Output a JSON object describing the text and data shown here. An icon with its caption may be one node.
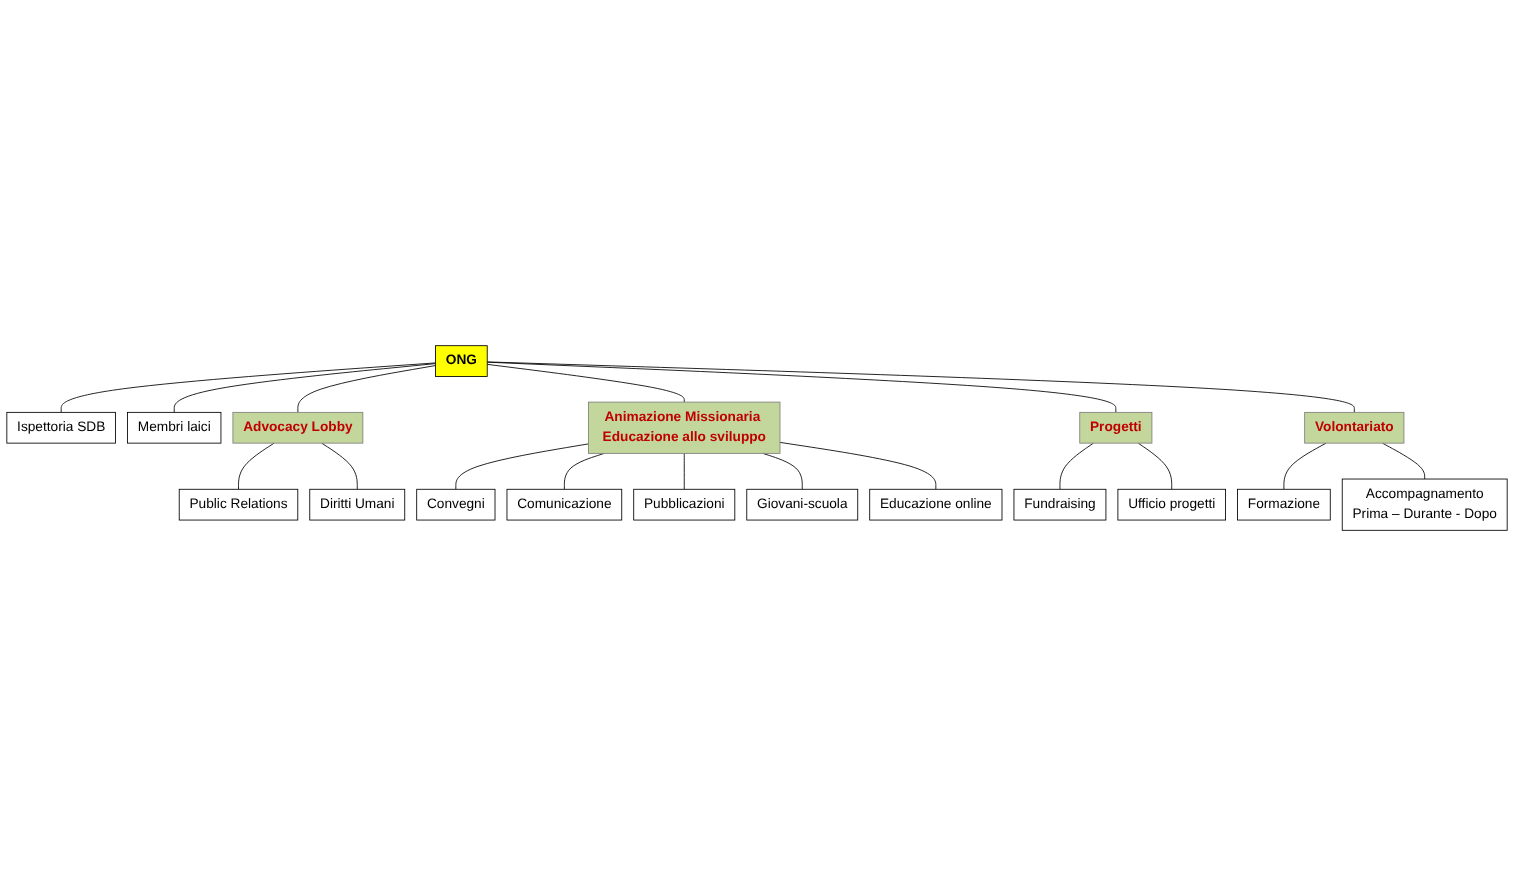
{
  "diagram": {
    "nodes": [
      {
        "text": [
          "ONG"
        ]
      },
      {
        "text": [
          "Ispettoria SDB"
        ]
      },
      {
        "text": [
          "Membri laici"
        ]
      },
      {
        "text": [
          "Advocacy Lobby"
        ]
      },
      {
        "text": [
          "Animazione Missionaria Educazione allo sviluppo"
        ]
      },
      {
        "text": [
          "Progetti"
        ]
      },
      {
        "text": [
          "Volontariato"
        ]
      },
      {
        "text": [
          "Public Relations"
        ]
      },
      {
        "text": [
          "Diritti Umani"
        ]
      },
      {
        "text": [
          "Fundraising"
        ]
      },
      {
        "text": [
          "Ufficio progetti"
        ]
      },
      {
        "text": [
          "Formazione"
        ]
      },
      {
        "text": [
          "Accompagnamento",
          "Prima – Durante - Dopo"
        ]
      },
      {
        "text": [
          "Convegni"
        ]
      },
      {
        "text": [
          "Comunicazione"
        ]
      },
      {
        "text": [
          "Pubblicazioni"
        ]
      },
      {
        "text": [
          "Giovani-scuola"
        ]
      },
      {
        "text": [
          "Educazione online"
        ]
      }
    ],
    "edges": [
      {
        "from": 0,
        "to": 1,
        "arrow": "none"
      },
      {
        "from": 0,
        "to": 2,
        "arrow": "none"
      },
      {
        "from": 0,
        "to": 3,
        "arrow": "none"
      },
      {
        "from": 0,
        "to": 4,
        "arrow": "none"
      },
      {
        "from": 0,
        "to": 5,
        "arrow": "none"
      },
      {
        "from": 0,
        "to": 6,
        "arrow": "none"
      },
      {
        "from": 3,
        "to": 7,
        "arrow": "none"
      },
      {
        "from": 3,
        "to": 8,
        "arrow": "none"
      },
      {
        "from": 4,
        "to": 13,
        "arrow": "none"
      },
      {
        "from": 4,
        "to": 14,
        "arrow": "none"
      },
      {
        "from": 4,
        "to": 15,
        "arrow": "none"
      },
      {
        "from": 4,
        "to": 16,
        "arrow": "none"
      },
      {
        "from": 4,
        "to": 17,
        "arrow": "none"
      },
      {
        "from": 5,
        "to": 9,
        "arrow": "none"
      },
      {
        "from": 5,
        "to": 10,
        "arrow": "none"
      },
      {
        "from": 6,
        "to": 11,
        "arrow": "none"
      },
      {
        "from": 6,
        "to": 12,
        "arrow": "none"
      }
    ]
  }
}
